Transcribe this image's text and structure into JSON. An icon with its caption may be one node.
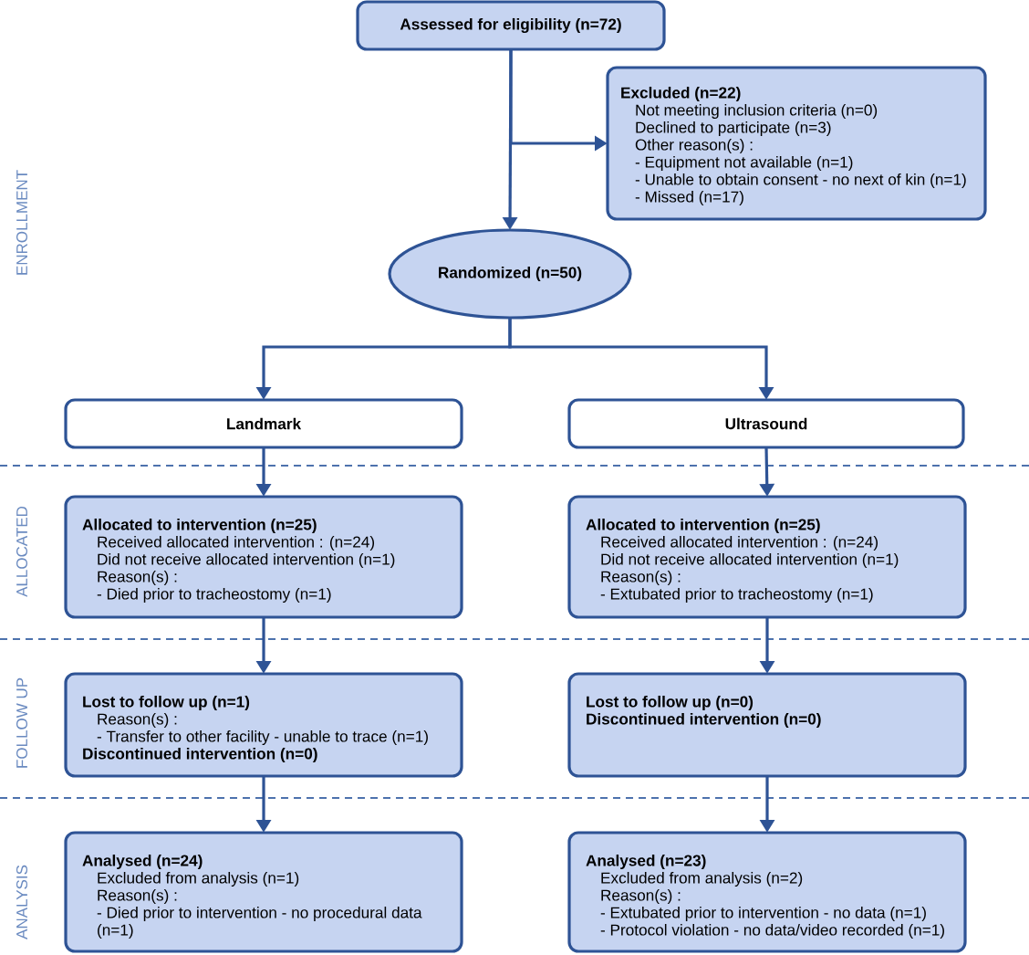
{
  "diagram": {
    "nodes": [
      {
        "text": [
          "Assessed for eligibility (n=72)"
        ]
      },
      {
        "text": [
          "Excluded (n=22)",
          "Not meeting inclusion criteria (n=0)",
          "Declined to participate (n=3)",
          "Other reason(s) :",
          "- Equipment not available (n=1)",
          "- Unable to obtain consent - no next of kin (n=1)",
          "- Missed (n=17)"
        ]
      },
      {
        "text": [
          "Randomized (n=50)"
        ]
      },
      {
        "text": [
          "Landmark"
        ]
      },
      {
        "text": [
          "Ultrasound"
        ]
      },
      {
        "text": [
          "Allocated to intervention (n=25)",
          "Received allocated intervention : (n=24)",
          "Did not receive allocated intervention (n=1)",
          "Reason(s) :",
          "- Died prior to tracheostomy (n=1)"
        ]
      },
      {
        "text": [
          "Allocated to intervention (n=25)",
          "Received allocated intervention : (n=24)",
          "Did not receive allocated intervention (n=1)",
          "Reason(s) :",
          "- Extubated prior to tracheostomy (n=1)"
        ]
      },
      {
        "text": [
          "Lost to follow up (n=1)",
          "Reason(s) :",
          "- Transfer to other facility - unable to trace (n=1)",
          "Discontinued intervention (n=0)"
        ]
      },
      {
        "text": [
          "Lost to follow up (n=0)",
          "Discontinued intervention (n=0)"
        ]
      },
      {
        "text": [
          "Analysed (n=24)",
          "Excluded from analysis (n=1)",
          "Reason(s) :",
          "- Died prior to intervention - no procedural data (n=1)"
        ]
      },
      {
        "text": [
          "Analysed (n=23)",
          "Excluded from analysis (n=2)",
          "Reason(s) :",
          "- Extubated prior to intervention - no data (n=1)",
          "- Protocol violation - no data/video recorded (n=1)"
        ]
      }
    ],
    "edges": [
      {
        "from": 0,
        "to": 2,
        "arrow": "to"
      },
      {
        "from": 0,
        "to": 1,
        "arrow": "to"
      },
      {
        "from": 2,
        "to": 3,
        "arrow": "to"
      },
      {
        "from": 2,
        "to": 4,
        "arrow": "to"
      },
      {
        "from": 3,
        "to": 5,
        "arrow": "to"
      },
      {
        "from": 4,
        "to": 6,
        "arrow": "to"
      },
      {
        "from": 5,
        "to": 7,
        "arrow": "to"
      },
      {
        "from": 6,
        "to": 8,
        "arrow": "to"
      },
      {
        "from": 7,
        "to": 9,
        "arrow": "to"
      },
      {
        "from": 8,
        "to": 10,
        "arrow": "to"
      }
    ],
    "labels": [
      "ENROLLMENT",
      "ALLOCATED",
      "FOLLOW UP",
      "ANALYSIS"
    ]
  }
}
